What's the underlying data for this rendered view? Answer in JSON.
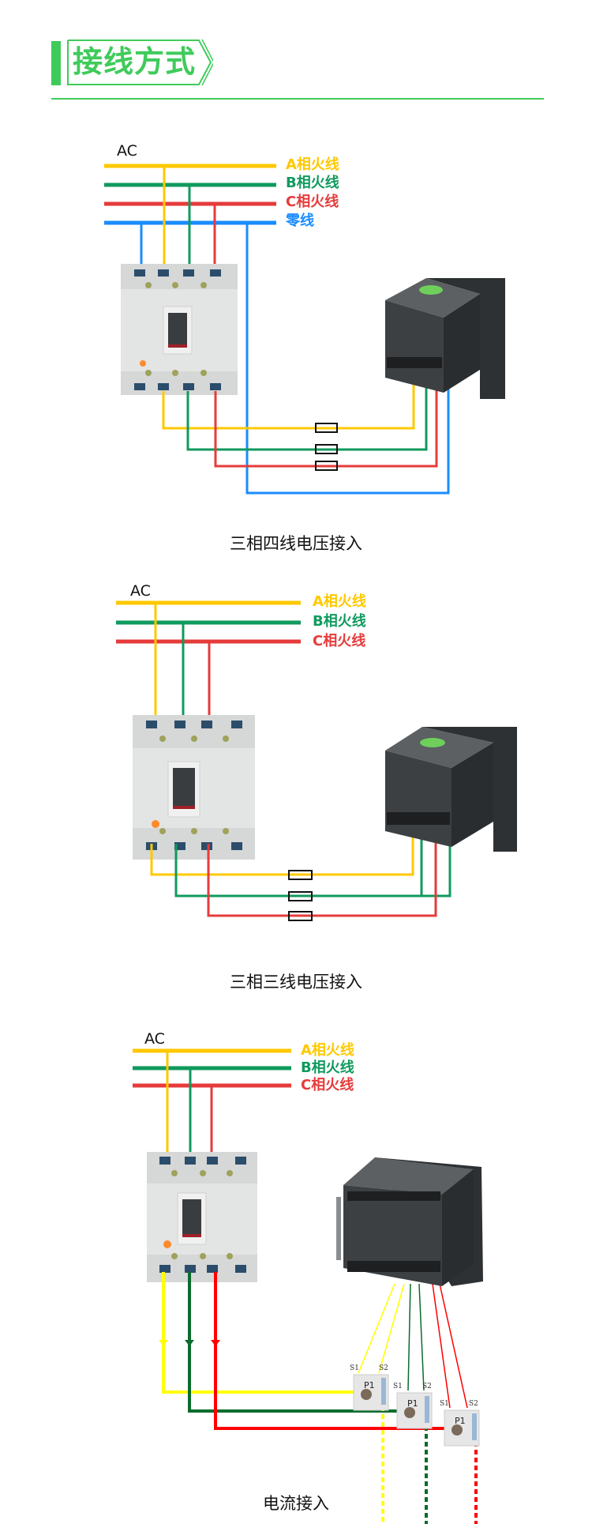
{
  "header": {
    "title": "接线方式",
    "accent_color": "#3fcb5b"
  },
  "colors": {
    "phase_a": "#ffc800",
    "phase_b": "#109a5e",
    "phase_c": "#e63b3b",
    "neutral": "#1a8cff",
    "ct_yellow": "#ffff00",
    "ct_green": "#0a6b2c",
    "ct_red": "#ff0000"
  },
  "diagrams": [
    {
      "id": "three-phase-four-wire",
      "ac_label": "AC",
      "bus_labels": [
        "A相火线",
        "B相火线",
        "C相火线",
        "零线"
      ],
      "caption": "三相四线电压接入",
      "fuse_count": 3
    },
    {
      "id": "three-phase-three-wire",
      "ac_label": "AC",
      "bus_labels": [
        "A相火线",
        "B相火线",
        "C相火线"
      ],
      "caption": "三相三线电压接入",
      "fuse_count": 3
    },
    {
      "id": "current-input",
      "ac_label": "AC",
      "bus_labels": [
        "A相火线",
        "B相火线",
        "C相火线"
      ],
      "caption": "电流接入",
      "ct_labels": {
        "s1": "S1",
        "s2": "S2",
        "p1": "P1"
      }
    }
  ]
}
